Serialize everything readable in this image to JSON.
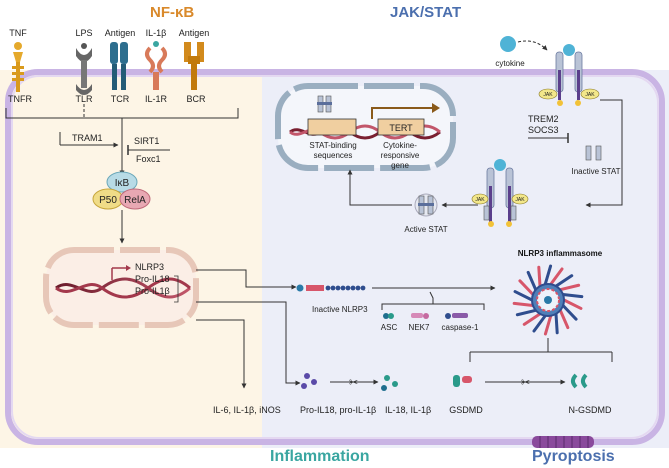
{
  "headers": {
    "nfkb": "NF-κB",
    "jakstat": "JAK/STAT",
    "inflammation": "Inflammation",
    "pyroptosis": "Pyroptosis"
  },
  "colors": {
    "nfkb_title": "#d9892a",
    "jakstat_title": "#4b6fae",
    "inflammation_title": "#3aa6a1",
    "pyroptosis_title": "#4b6fae",
    "left_panel_bg": "#fdf5e6",
    "right_panel_bg": "#eceef8",
    "membrane": "#c9b4e4",
    "nucleus_left": "#e7c7b8",
    "nucleus_right": "#9aaec0",
    "arrow": "#333333",
    "pore": "#8a4a9c"
  },
  "ligands": [
    "TNF",
    "LPS",
    "Antigen",
    "IL-1β",
    "Antigen"
  ],
  "receptors": [
    "TNFR",
    "TLR",
    "TCR",
    "IL-1R",
    "BCR"
  ],
  "regulators": {
    "tram1": "TRAM1",
    "sirt1": "SIRT1",
    "foxc1": "Foxc1",
    "trem2": "TREM2",
    "socs3": "SOCS3"
  },
  "complex": {
    "ikb": "IκB",
    "p50": "P50",
    "rela": "RelA"
  },
  "nucleus_left": {
    "genes": [
      "NLRP3",
      "Pro-IL18",
      "Pro-IL1β"
    ]
  },
  "nucleus_right": {
    "binding": [
      "STAT-binding",
      "sequences"
    ],
    "tert": "TERT",
    "responsive": [
      "Cytokine-",
      "responsive",
      "gene"
    ]
  },
  "jakstat": {
    "cytokine": "cytokine",
    "jak": "JAK",
    "inactive_stat": "Inactive STAT",
    "active_stat": "Active STAT"
  },
  "inflammasome": {
    "title": "NLRP3 inflammasome",
    "inactive_nlrp3": "Inactive NLRP3",
    "asc": "ASC",
    "nek7": "NEK7",
    "caspase1": "caspase-1"
  },
  "outputs": {
    "cytokines": "IL-6, IL-1β,  iNOS",
    "pro": "Pro-IL18, pro-IL-1β",
    "mature": "IL-18, IL-1β",
    "gsdmd": "GSDMD",
    "ngsdmd": "N-GSDMD"
  }
}
